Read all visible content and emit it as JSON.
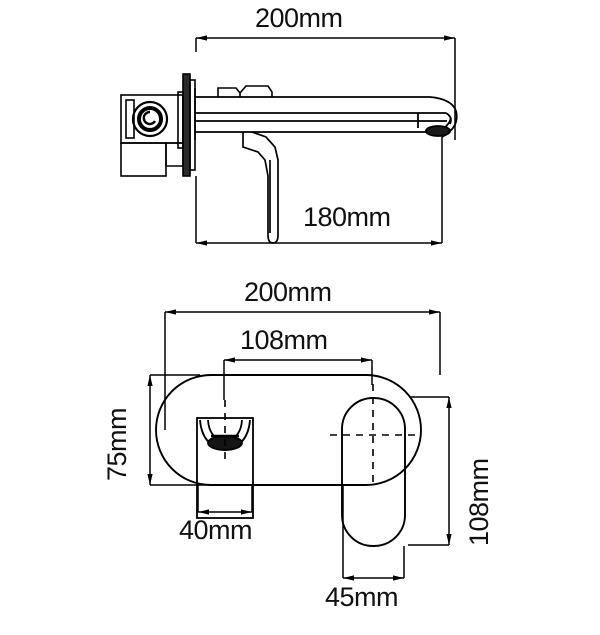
{
  "drawing": {
    "title": "Wall-mounted basin mixer tap dimension drawing",
    "units": "mm",
    "line_color": "#000000",
    "background_color": "#ffffff",
    "views": [
      {
        "name": "side-elevation",
        "description": "Side view of wall mounted mixer showing concealed valve body, wall plate, horizontal spout and downward lever handle"
      },
      {
        "name": "front-plan-view",
        "description": "Front view showing oval wall plate, spout outlet on left and lever handle on right"
      }
    ]
  },
  "dimensions": {
    "side_overall_width": {
      "value": "200mm",
      "view": "side-elevation",
      "orientation": "horizontal",
      "position": "top"
    },
    "side_spout_projection": {
      "value": "180mm",
      "view": "side-elevation",
      "orientation": "horizontal",
      "position": "bottom"
    },
    "front_plate_width": {
      "value": "200mm",
      "view": "front-plan-view",
      "orientation": "horizontal",
      "position": "top"
    },
    "front_spout_to_handle": {
      "value": "108mm",
      "view": "front-plan-view",
      "orientation": "horizontal",
      "position": "upper-inner"
    },
    "front_plate_height": {
      "value": "75mm",
      "view": "front-plan-view",
      "orientation": "vertical-rotated",
      "position": "left"
    },
    "front_spout_width": {
      "value": "40mm",
      "view": "front-plan-view",
      "orientation": "horizontal",
      "position": "bottom-left"
    },
    "front_handle_width": {
      "value": "45mm",
      "view": "front-plan-view",
      "orientation": "horizontal",
      "position": "bottom-right"
    },
    "front_overall_height": {
      "value": "108mm",
      "view": "front-plan-view",
      "orientation": "vertical-rotated",
      "position": "right"
    }
  }
}
